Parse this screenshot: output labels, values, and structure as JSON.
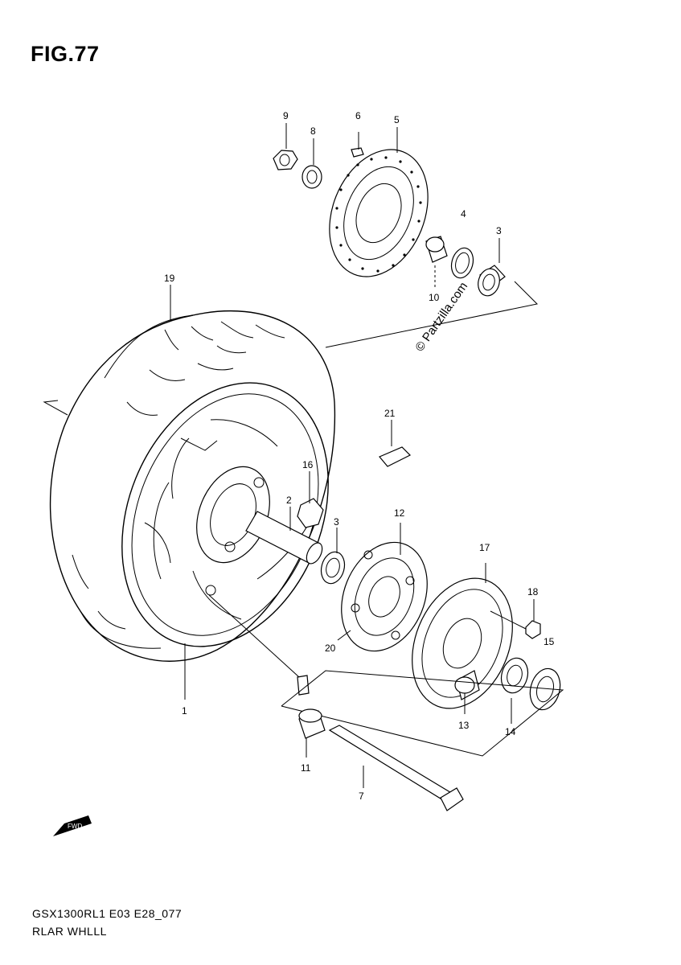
{
  "title": "FIG.77",
  "footer": {
    "line1": "GSX1300RL1 E03 E28_077",
    "line2": "RLAR WHLLL"
  },
  "watermark": "© Partzilla.com",
  "fwd_label": "FWD",
  "callouts": {
    "c1": "1",
    "c2": "2",
    "c3a": "3",
    "c3b": "3",
    "c4": "4",
    "c5": "5",
    "c6": "6",
    "c7": "7",
    "c8": "8",
    "c9": "9",
    "c10": "10",
    "c11": "11",
    "c12": "12",
    "c13": "13",
    "c14": "14",
    "c15": "15",
    "c16": "16",
    "c17": "17",
    "c18": "18",
    "c19": "19",
    "c20": "20",
    "c21": "21"
  }
}
